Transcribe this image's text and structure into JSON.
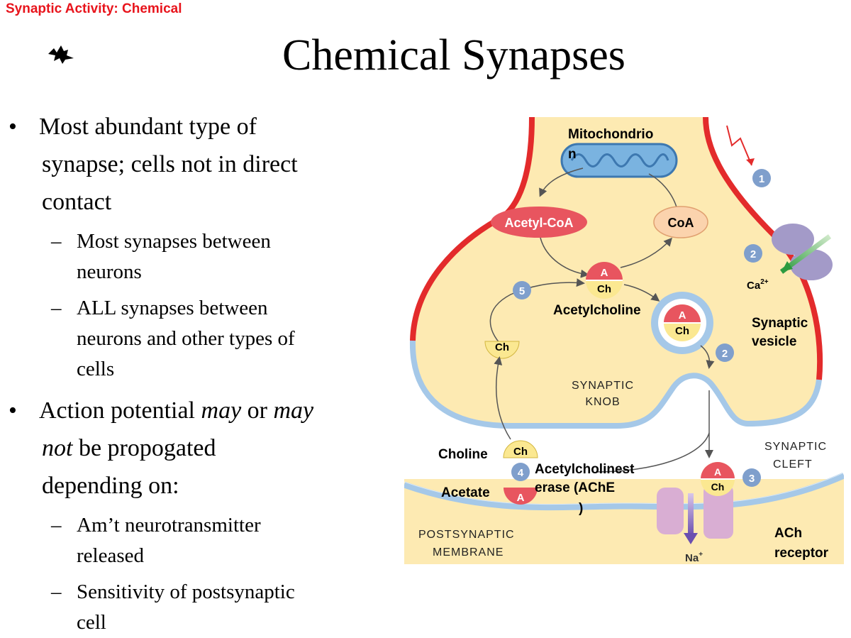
{
  "header": {
    "label": "Synaptic Activity: Chemical"
  },
  "slide": {
    "title": "Chemical Synapses",
    "bullet1": {
      "line1": "Most abundant type of",
      "line2": "synapse; cells not in direct",
      "line3": "contact",
      "sub1": {
        "line1": "Most synapses between",
        "line2": "neurons"
      },
      "sub2": {
        "line1": "ALL synapses between",
        "line2": "neurons and other types of",
        "line3": "cells"
      }
    },
    "bullet2": {
      "pre": "Action potential ",
      "may1": "may",
      "mid": " or ",
      "may2": "may",
      "not": "not",
      "post": " be propogated",
      "line3": "depending on:",
      "sub1": {
        "line1": "Am’t neurotransmitter",
        "line2": "released"
      },
      "sub2": {
        "line1": "Sensitivity of postsynaptic",
        "line2": "cell"
      }
    }
  },
  "diagram": {
    "mito_line1": "Mitochondrio",
    "mito_line2": "n",
    "acetyl_coa": "Acetyl-CoA",
    "coa": "CoA",
    "acetylcholine": "Acetylcholine",
    "a": "A",
    "ch": "Ch",
    "ca": "Ca",
    "ca_sup": "2+",
    "synaptic_vesicle_1": "Synaptic",
    "synaptic_vesicle_2": "vesicle",
    "knob_1": "SYNAPTIC",
    "knob_2": "KNOB",
    "cleft_1": "SYNAPTIC",
    "cleft_2": "CLEFT",
    "choline": "Choline",
    "acetate": "Acetate",
    "ache_1": "Acetylcholinest",
    "ache_2": "erase (AChE",
    "ache_3": ")",
    "post_1": "POSTSYNAPTIC",
    "post_2": "MEMBRANE",
    "na": "Na",
    "na_sup": "+",
    "receptor_1": "ACh",
    "receptor_2": "receptor",
    "steps": [
      "1",
      "2",
      "2",
      "3",
      "4",
      "5"
    ]
  },
  "colors": {
    "header_red": "#e8141c",
    "knob_fill": "#fdeab2",
    "membrane_blue": "#a5c8e8",
    "membrane_red": "#e32b2b",
    "acetyl_red": "#e8555f",
    "coa_peach": "#fbd3ad",
    "ch_yellow": "#fbe891",
    "step_blue": "#7f9fcc",
    "receptor_purple": "#d9aed3",
    "channel_purple": "#a39ac8"
  }
}
